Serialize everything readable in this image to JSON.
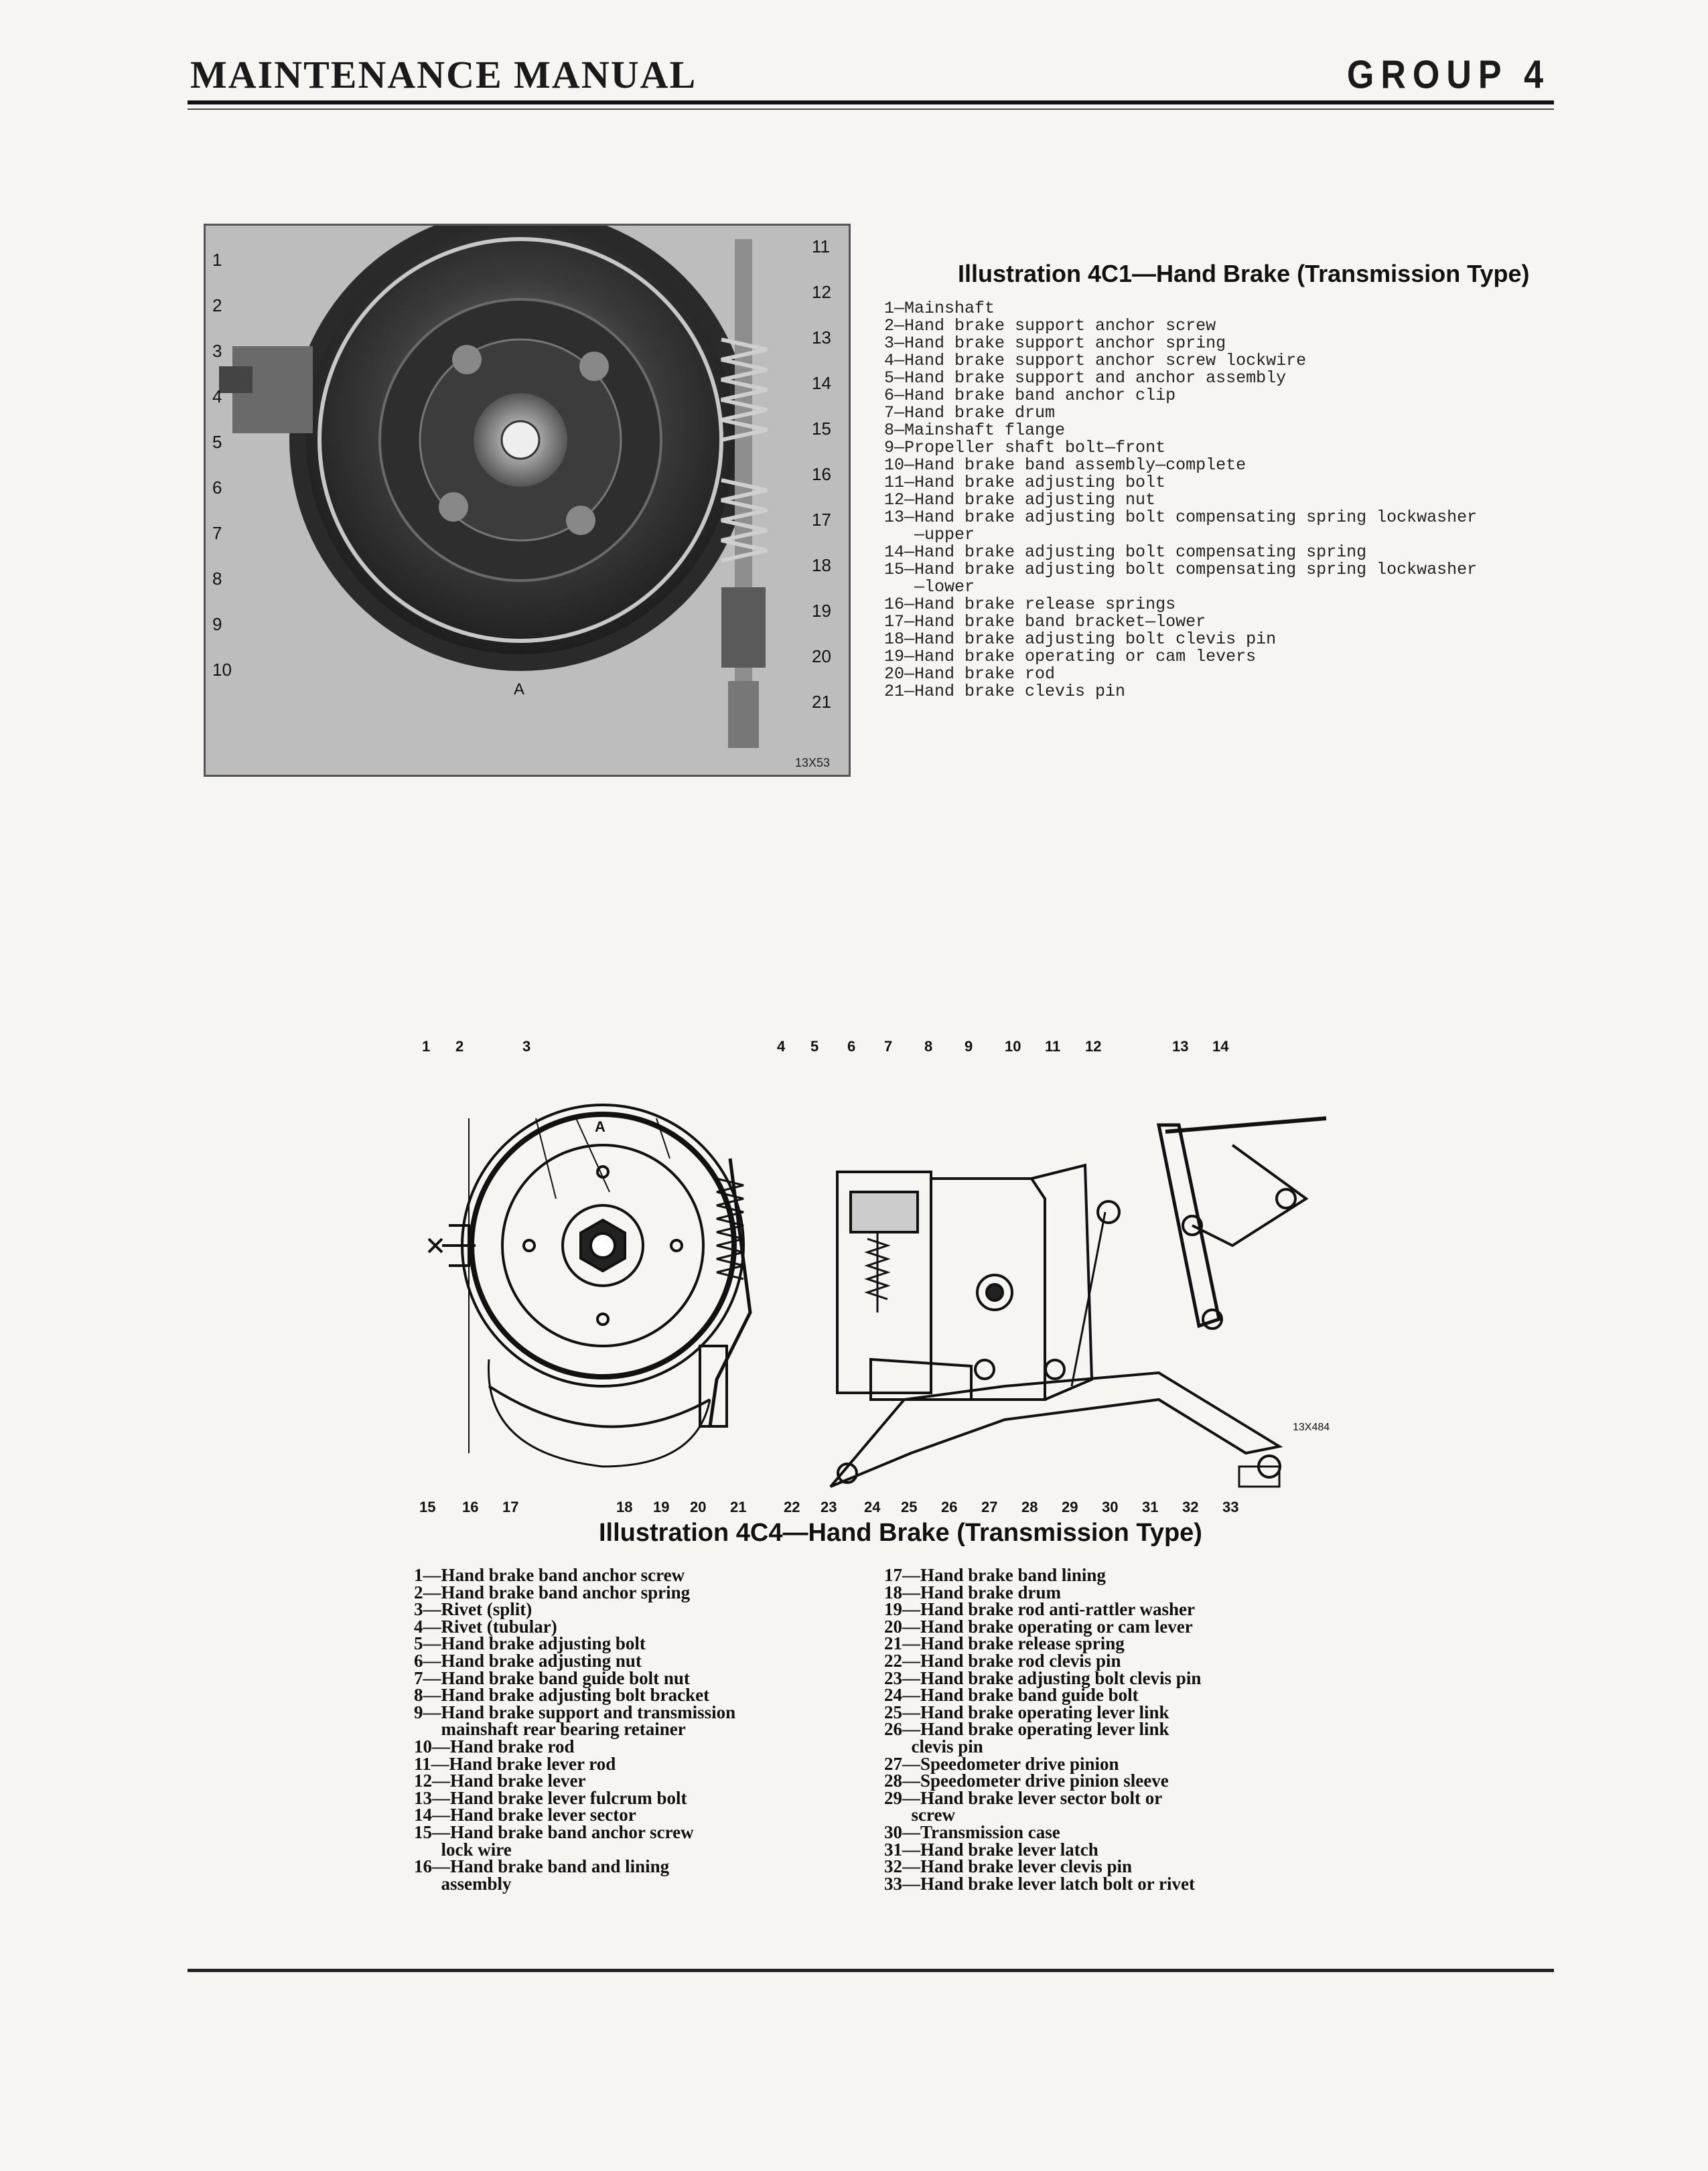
{
  "header": {
    "left": "MAINTENANCE MANUAL",
    "right": "GROUP 4"
  },
  "figure1": {
    "title": "Illustration 4C1—Hand Brake (Transmission Type)",
    "photo_number": "13X53",
    "photo_letter": "A",
    "callouts_left": [
      "1",
      "2",
      "3",
      "4",
      "5",
      "6",
      "7",
      "8",
      "9",
      "10"
    ],
    "callouts_right": [
      "11",
      "12",
      "13",
      "14",
      "15",
      "16",
      "17",
      "18",
      "19",
      "20",
      "21"
    ],
    "legend": [
      "1—Mainshaft",
      "2—Hand brake support anchor screw",
      "3—Hand brake support anchor spring",
      "4—Hand brake support anchor screw lockwire",
      "5—Hand brake support and anchor assembly",
      "6—Hand brake band anchor clip",
      "7—Hand brake drum",
      "8—Mainshaft flange",
      "9—Propeller shaft bolt—front",
      "10—Hand brake band assembly—complete",
      "11—Hand brake adjusting bolt",
      "12—Hand brake adjusting nut",
      "13—Hand brake adjusting bolt compensating spring lockwasher",
      "   —upper",
      "14—Hand brake adjusting bolt compensating spring",
      "15—Hand brake adjusting bolt compensating spring lockwasher",
      "   —lower",
      "16—Hand brake release springs",
      "17—Hand brake band bracket—lower",
      "18—Hand brake adjusting bolt clevis pin",
      "19—Hand brake operating or cam levers",
      "20—Hand brake rod",
      "21—Hand brake clevis pin"
    ]
  },
  "figure2": {
    "title": "Illustration 4C4—Hand Brake (Transmission Type)",
    "drawing_number": "13X484",
    "drawing_letter": "A",
    "callouts_top": [
      "1",
      "2",
      "3",
      "4",
      "5",
      "6",
      "7",
      "8",
      "9",
      "10",
      "11",
      "12",
      "13",
      "14"
    ],
    "callouts_bottom": [
      "15",
      "16",
      "17",
      "18",
      "19",
      "20",
      "21",
      "22",
      "23",
      "24",
      "25",
      "26",
      "27",
      "28",
      "29",
      "30",
      "31",
      "32",
      "33"
    ],
    "legend_left": [
      "1—Hand brake band anchor screw",
      "2—Hand brake band anchor spring",
      "3—Rivet (split)",
      "4—Rivet (tubular)",
      "5—Hand brake adjusting bolt",
      "6—Hand brake adjusting nut",
      "7—Hand brake band guide bolt nut",
      "8—Hand brake adjusting bolt bracket",
      "9—Hand brake support and transmission",
      "      mainshaft rear bearing retainer",
      "10—Hand brake rod",
      "11—Hand brake lever rod",
      "12—Hand brake lever",
      "13—Hand brake lever fulcrum bolt",
      "14—Hand brake lever sector",
      "15—Hand brake band anchor screw",
      "      lock wire",
      "16—Hand brake band and lining",
      "      assembly"
    ],
    "legend_right": [
      "17—Hand brake band lining",
      "18—Hand brake drum",
      "19—Hand brake rod anti-rattler washer",
      "20—Hand brake operating or cam lever",
      "21—Hand brake release spring",
      "22—Hand brake rod clevis pin",
      "23—Hand brake adjusting bolt clevis pin",
      "24—Hand brake band guide bolt",
      "25—Hand brake operating lever link",
      "26—Hand brake operating lever link",
      "      clevis pin",
      "27—Speedometer drive pinion",
      "28—Speedometer drive pinion sleeve",
      "29—Hand brake lever sector bolt or",
      "      screw",
      "30—Transmission case",
      "31—Hand brake lever latch",
      "32—Hand brake lever clevis pin",
      "33—Hand brake lever latch bolt or rivet"
    ]
  }
}
